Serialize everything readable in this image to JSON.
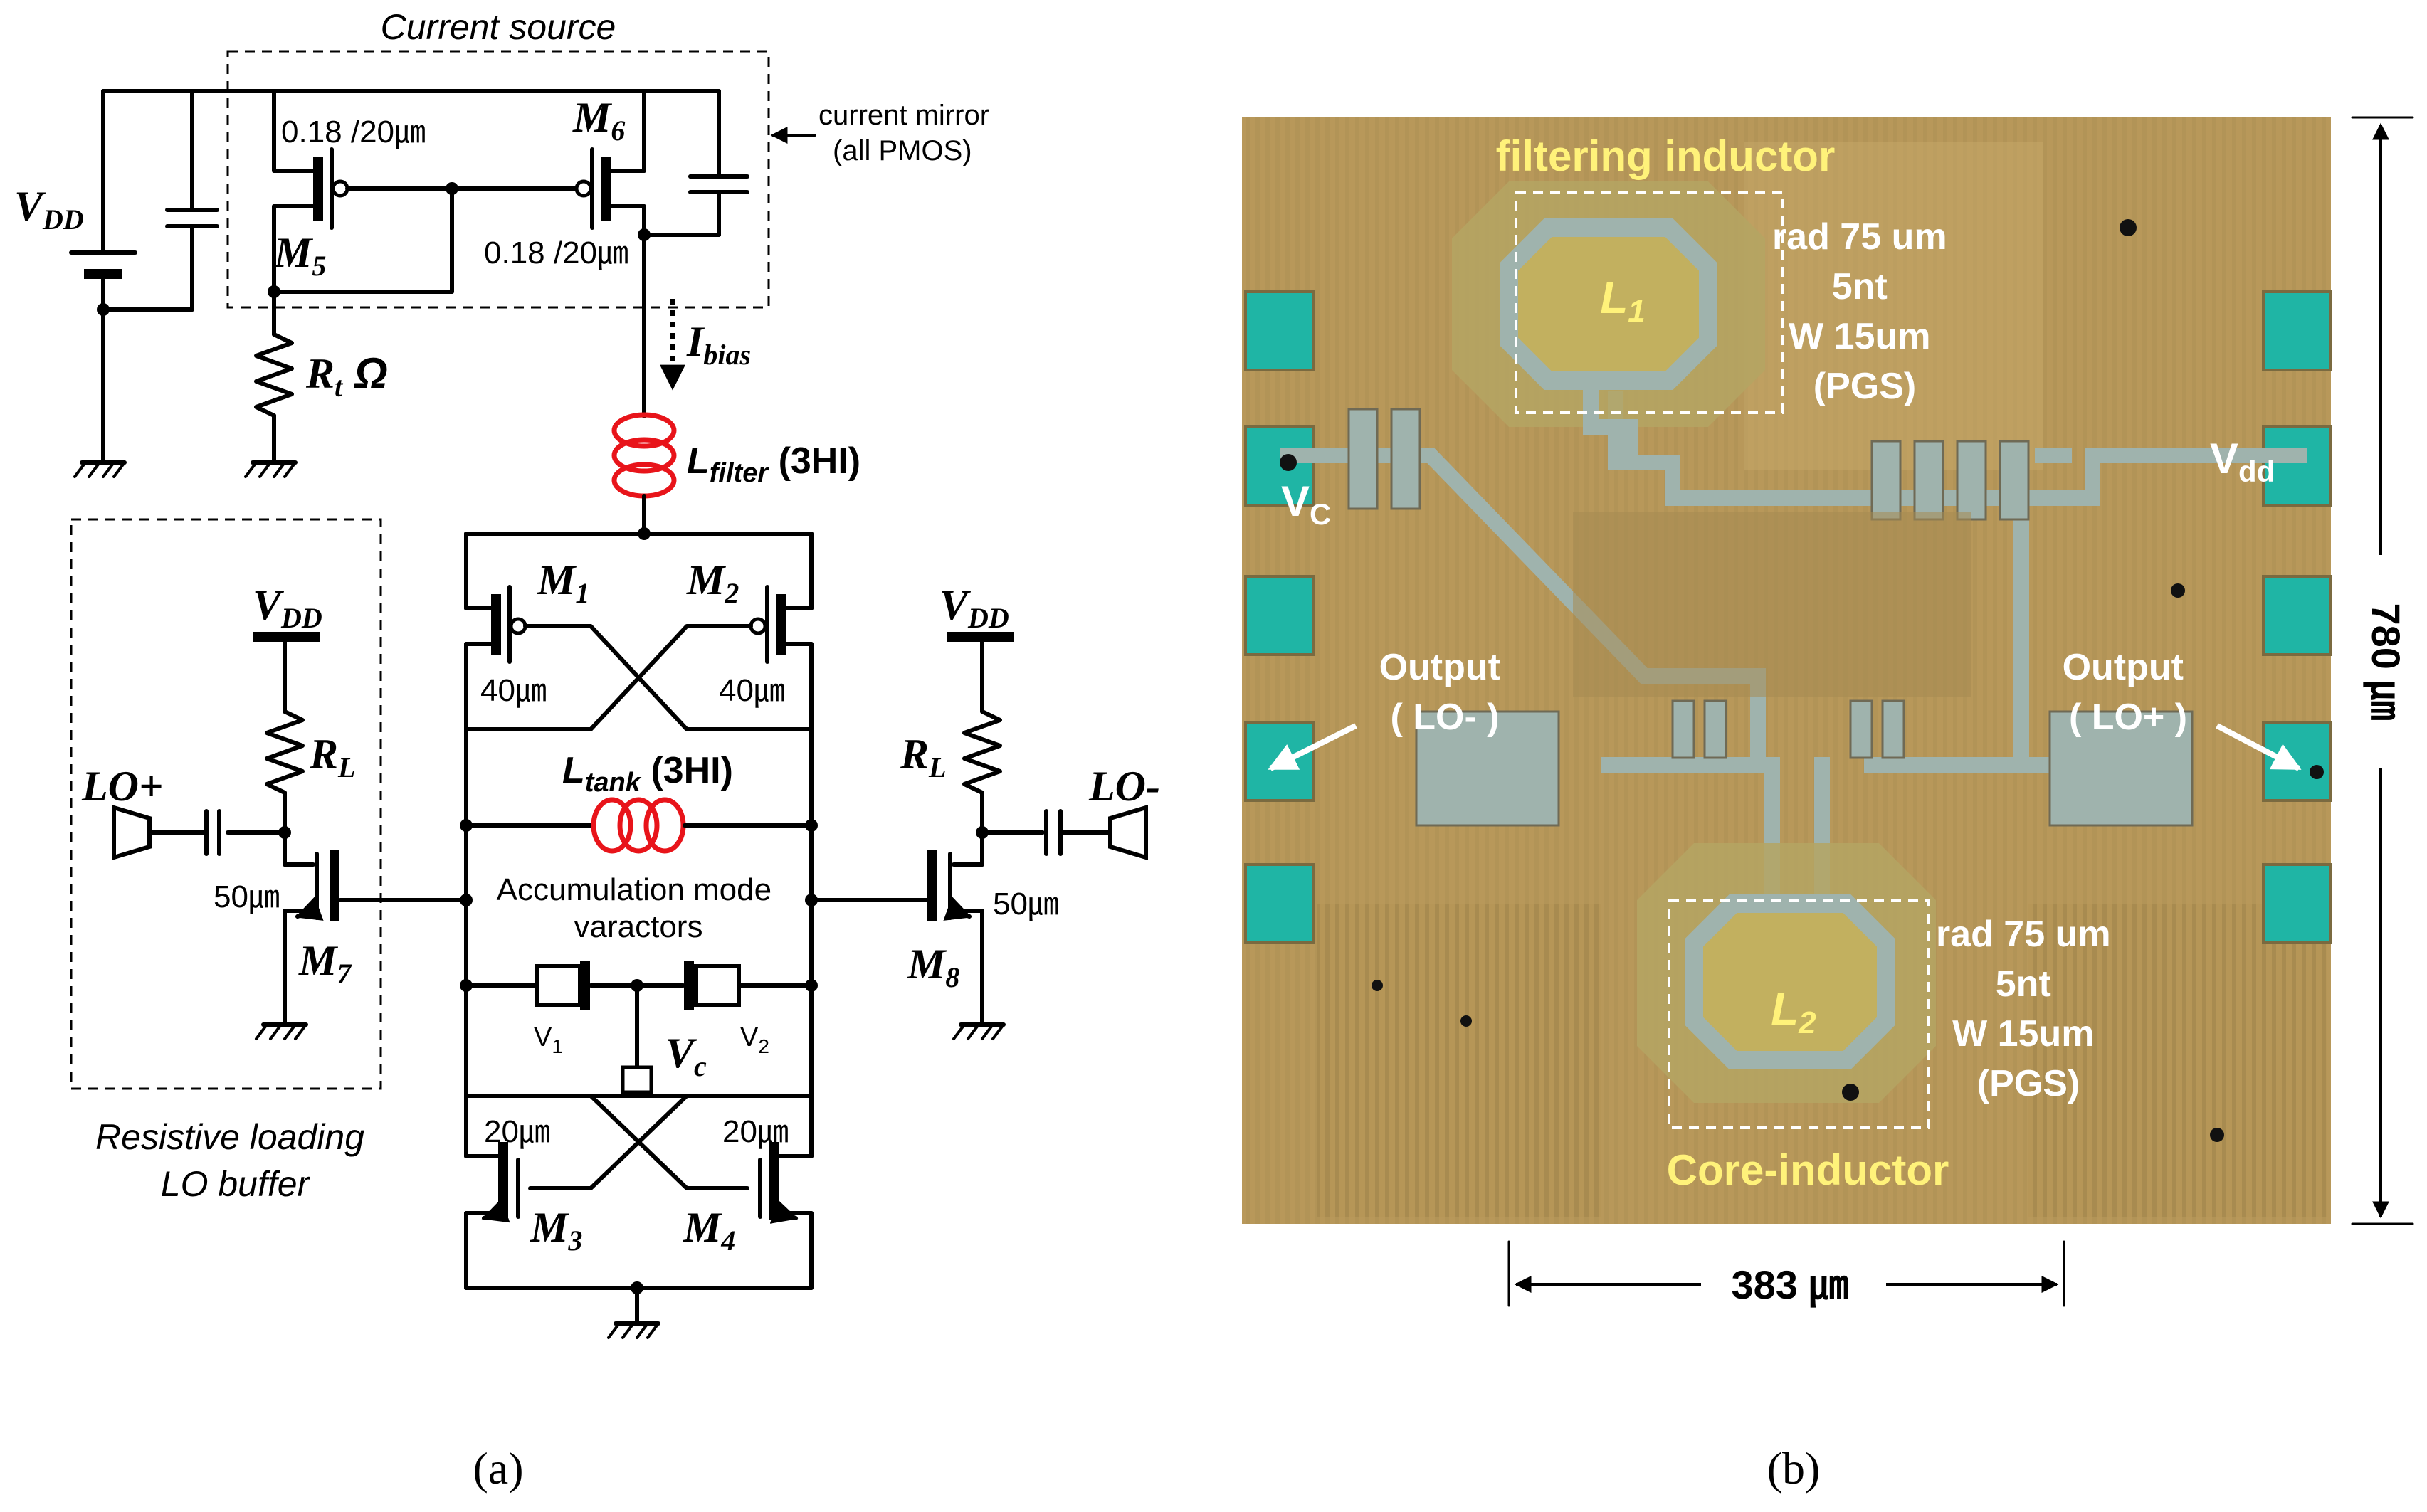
{
  "schematic": {
    "current_source_label": "Current source",
    "current_mirror_label": "current mirror",
    "current_mirror_sub": "(all PMOS)",
    "vdd_main": "V",
    "vdd_main_sub": "DD",
    "m5_size": "0.18 /20㎛",
    "m6_size": "0.18 /20㎛",
    "m5": "M",
    "m5_sub": "5",
    "m6": "M",
    "m6_sub": "6",
    "rt": "R",
    "rt_sub": "t",
    "rt_unit": " Ω",
    "ibias": "I",
    "ibias_sub": "bias",
    "lfilter": "L",
    "lfilter_sub": "filter",
    "lfilter_note": " (3HI)",
    "m1": "M",
    "m1_sub": "1",
    "m2": "M",
    "m2_sub": "2",
    "m1_size": "40㎛",
    "m2_size": "40㎛",
    "ltank": "L",
    "ltank_sub": "tank",
    "ltank_note": " (3HI)",
    "varactor_l1": "Accumulation mode",
    "varactor_l2": "varactors",
    "v1": "V",
    "v1_sub": "1",
    "v2": "V",
    "v2_sub": "2",
    "vc": "V",
    "vc_sub": "c",
    "m3": "M",
    "m3_sub": "3",
    "m4": "M",
    "m4_sub": "4",
    "m3_size": "20㎛",
    "m4_size": "20㎛",
    "vdd_left": "V",
    "vdd_left_sub": "DD",
    "vdd_right": "V",
    "vdd_right_sub": "DD",
    "rl_left": "R",
    "rl_left_sub": "L",
    "rl_right": "R",
    "rl_right_sub": "L",
    "lo_plus": "LO+",
    "lo_minus": "LO-",
    "m7": "M",
    "m7_sub": "7",
    "m8": "M",
    "m8_sub": "8",
    "m7_size": "50㎛",
    "m8_size": "50㎛",
    "buffer_l1": "Resistive loading",
    "buffer_l2": "LO buffer",
    "caption": "(a)"
  },
  "chip": {
    "filtering_inductor": "filtering inductor",
    "l1": "L",
    "l1_sub": "1",
    "l1_spec": [
      "rad 75 um",
      "5nt",
      "W 15um",
      "(PGS)"
    ],
    "vc": "V",
    "vc_sub": "C",
    "vdd": "V",
    "vdd_sub": "dd",
    "out_left_l1": "Output",
    "out_left_l2": "( LO- )",
    "out_right_l1": "Output",
    "out_right_l2": "( LO+ )",
    "l2": "L",
    "l2_sub": "2",
    "l2_spec": [
      "rad 75 um",
      "5nt",
      "W 15um",
      "(PGS)"
    ],
    "core_inductor": "Core-inductor",
    "height_dim": "780 ㎛",
    "width_dim": "383 ㎛",
    "caption": "(b)"
  },
  "colors": {
    "inductor_red": "#e8141a",
    "die_base": "#b99a5c",
    "metal": "#9fb3ad",
    "pad_cyan": "#1fb5a5",
    "label_yellow": "#fff27a"
  }
}
